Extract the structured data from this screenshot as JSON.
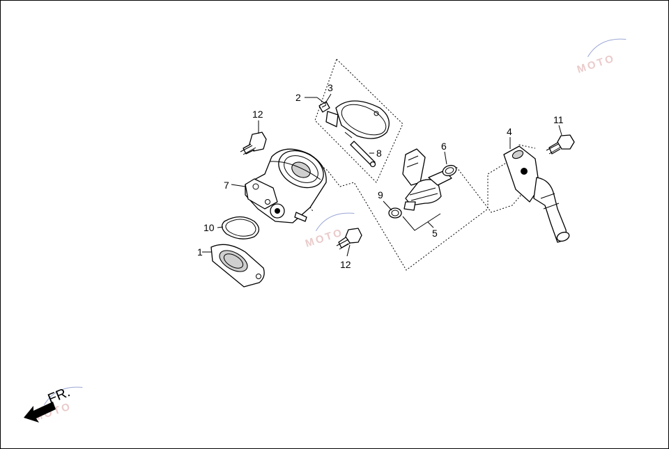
{
  "callouts": {
    "c1": "1",
    "c2": "2",
    "c3": "3",
    "c4": "4",
    "c5": "5",
    "c6": "6",
    "c7": "7",
    "c8": "8",
    "c9": "9",
    "c10": "10",
    "c11": "11",
    "c12a": "12",
    "c12b": "12"
  },
  "direction_label": "FR.",
  "watermark": {
    "text": "MOTO",
    "color": "#d9a0a0"
  },
  "icons": {
    "front_arrow": "arrow-left-icon"
  }
}
